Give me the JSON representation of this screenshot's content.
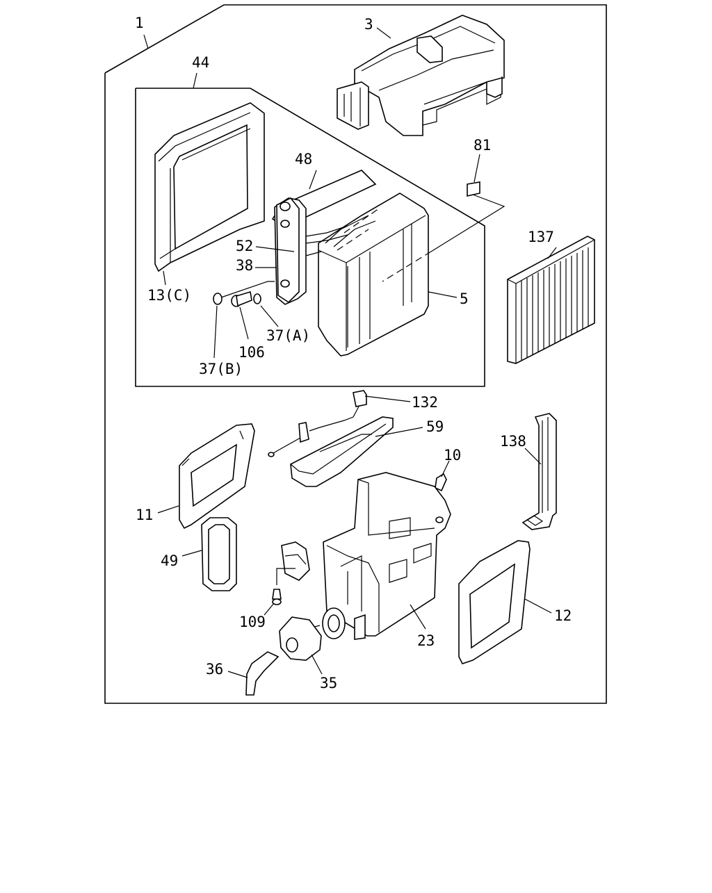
{
  "diagram": {
    "labels": {
      "p1": "1",
      "p3": "3",
      "p44": "44",
      "p48": "48",
      "p81": "81",
      "p137": "137",
      "p52": "52",
      "p38": "38",
      "p13c": "13(C)",
      "p5": "5",
      "p37a": "37(A)",
      "p106": "106",
      "p37b": "37(B)",
      "p132": "132",
      "p59": "59",
      "p10": "10",
      "p138": "138",
      "p11": "11",
      "p49": "49",
      "p109": "109",
      "p12": "12",
      "p23": "23",
      "p36": "36",
      "p35": "35"
    }
  }
}
